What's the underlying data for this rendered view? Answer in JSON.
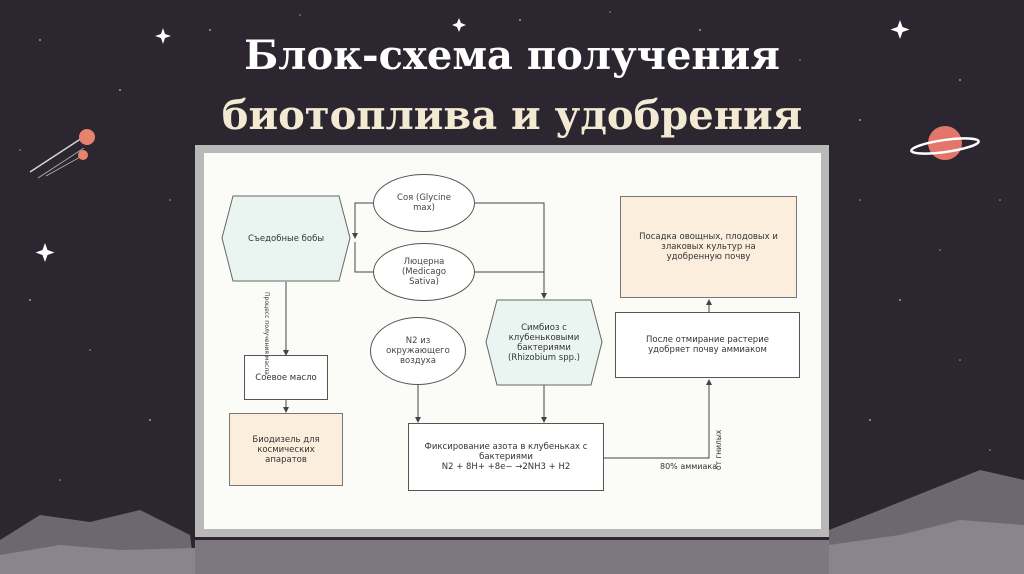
{
  "slide": {
    "title_line1": "Блок-схема получения",
    "title_line2": "биотоплива и удобрения"
  },
  "diagram": {
    "nodes": {
      "edible_beans": "Съедобные бобы",
      "soy": "Соя (Glycine max)",
      "alfalfa": "Люцерна (Medicago Sativa)",
      "n2_air": "N2 из окружающего воздуха",
      "symbiosis": "Симбиоз с клубеньковыми бактериями (Rhizobium spp.)",
      "soy_oil": "Соевое масло",
      "biodiesel": "Биодизель для космических апаратов",
      "fixation_line1": "Фиксирование азота в клубеньках с бактериями",
      "fixation_line2": "N2 + 8H+ +8e− →2NH3 + H2",
      "after_death": "После отмирание растерие удобряет почву аммиаком",
      "planting": "Посадка овощных, плодовых и злаковых культур на удобренную почву"
    },
    "edge_labels": {
      "press": "Процесс получения масла",
      "ammonia_pct": "80% аммиака",
      "ammonia_rot": "от гнилых"
    }
  }
}
